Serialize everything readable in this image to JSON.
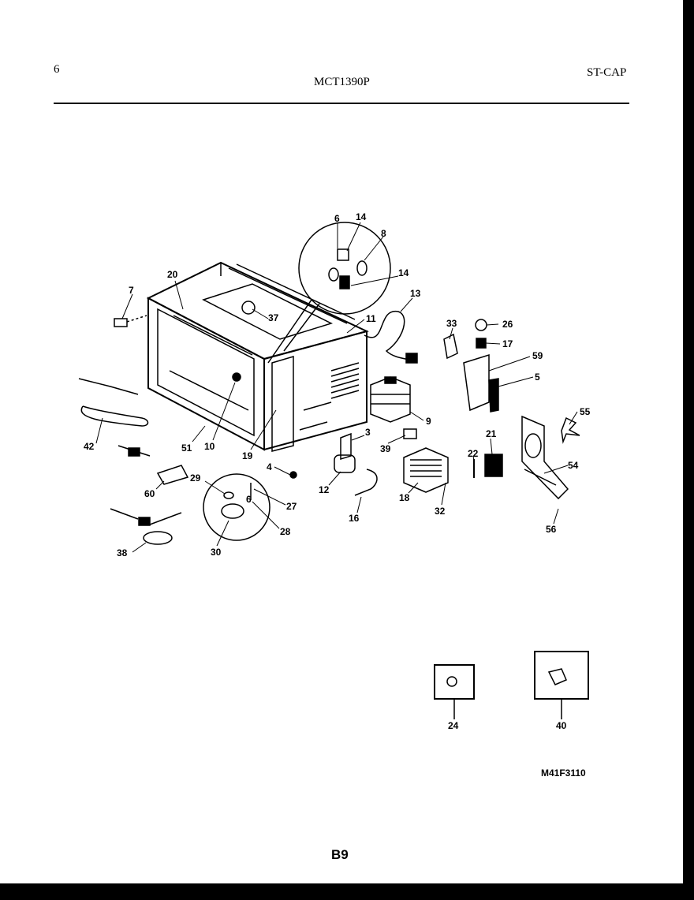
{
  "header": {
    "page_number": "6",
    "model": "MCT1390P",
    "brand": "ST-CAP"
  },
  "footer": {
    "drawing_code": "M41F3110",
    "page_code": "B9"
  },
  "callouts": [
    {
      "id": "c6a",
      "text": "6"
    },
    {
      "id": "c14a",
      "text": "14"
    },
    {
      "id": "c8",
      "text": "8"
    },
    {
      "id": "c14b",
      "text": "14"
    },
    {
      "id": "c20",
      "text": "20"
    },
    {
      "id": "c7",
      "text": "7"
    },
    {
      "id": "c37",
      "text": "37"
    },
    {
      "id": "c11",
      "text": "11"
    },
    {
      "id": "c13",
      "text": "13"
    },
    {
      "id": "c33",
      "text": "33"
    },
    {
      "id": "c26",
      "text": "26"
    },
    {
      "id": "c17",
      "text": "17"
    },
    {
      "id": "c59",
      "text": "59"
    },
    {
      "id": "c5",
      "text": "5"
    },
    {
      "id": "c9",
      "text": "9"
    },
    {
      "id": "c55",
      "text": "55"
    },
    {
      "id": "c21",
      "text": "21"
    },
    {
      "id": "c22",
      "text": "22"
    },
    {
      "id": "c54",
      "text": "54"
    },
    {
      "id": "c3",
      "text": "3"
    },
    {
      "id": "c39",
      "text": "39"
    },
    {
      "id": "c42",
      "text": "42"
    },
    {
      "id": "c51",
      "text": "51"
    },
    {
      "id": "c10",
      "text": "10"
    },
    {
      "id": "c19",
      "text": "19"
    },
    {
      "id": "c4",
      "text": "4"
    },
    {
      "id": "c12",
      "text": "12"
    },
    {
      "id": "c18",
      "text": "18"
    },
    {
      "id": "c32",
      "text": "32"
    },
    {
      "id": "c16",
      "text": "16"
    },
    {
      "id": "c60",
      "text": "60"
    },
    {
      "id": "c29",
      "text": "29"
    },
    {
      "id": "c27",
      "text": "27"
    },
    {
      "id": "c6b",
      "text": "6"
    },
    {
      "id": "c28",
      "text": "28"
    },
    {
      "id": "c56",
      "text": "56"
    },
    {
      "id": "c38",
      "text": "38"
    },
    {
      "id": "c30",
      "text": "30"
    },
    {
      "id": "c24",
      "text": "24"
    },
    {
      "id": "c40",
      "text": "40"
    }
  ]
}
